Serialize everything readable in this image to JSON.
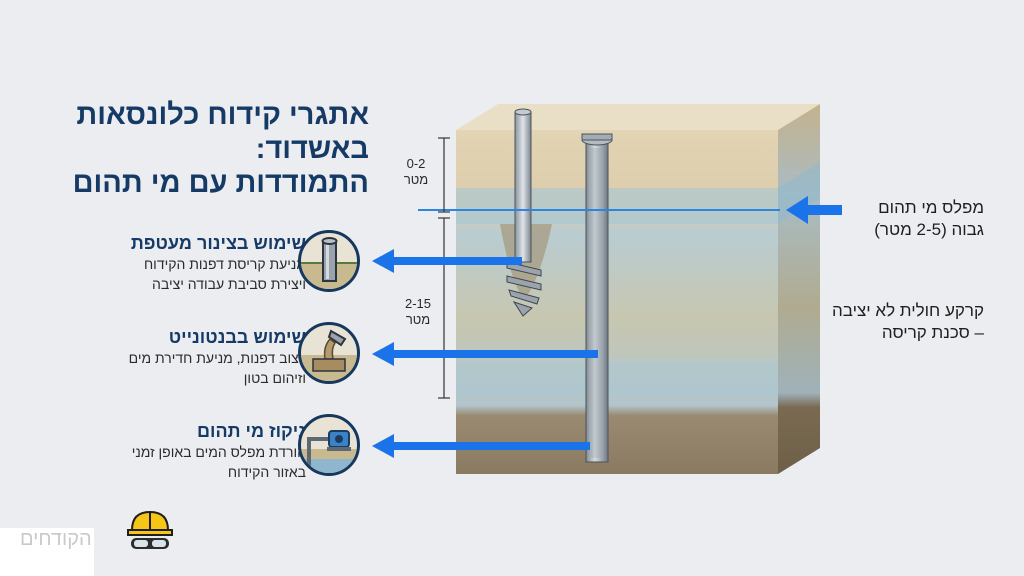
{
  "title": {
    "line1": "אתגרי קידוח כלונסאות",
    "line2": "באשדוד:",
    "line3": "התמודדות עם מי תהום"
  },
  "benefits": [
    {
      "title": "שימוש בצינור מעטפת",
      "line1": "מניעת קריסת דפנות הקידוח",
      "line2": "ויצירת סביבת עבודה יציבה",
      "icon": "casing-pipe-icon"
    },
    {
      "title": "שימוש בבנטונייט",
      "line1": "ייצוב דפנות, מניעת חדירת מים",
      "line2": "וזיהום בטון",
      "icon": "bentonite-pour-icon"
    },
    {
      "title": "ניקוז מי תהום",
      "line1": "הורדת מפלס המים באופן זמני",
      "line2": "באזור הקידוח",
      "icon": "water-pump-icon"
    }
  ],
  "depth_labels": {
    "top_value": "0-2",
    "top_unit": "מטר",
    "mid_value": "2-15",
    "mid_unit": "מטר"
  },
  "groundwater": {
    "line1": "מפלס מי תהום",
    "line2": "גבוה (2-5 מטר)"
  },
  "soil_warning": {
    "line1": "קרקע חולית לא יציבה",
    "line2": "– סכנת קריסה"
  },
  "watermark": {
    "text": "הקודחים",
    "icon": "hard-hat-goggles-icon"
  },
  "colors": {
    "title": "#163a66",
    "arrow": "#1a73e8",
    "water_line": "#2a86e0",
    "background": "#ebedf0"
  }
}
